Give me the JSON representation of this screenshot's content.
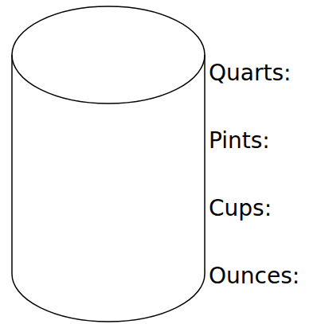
{
  "diagram": {
    "labels": [
      "Quarts:",
      "Pints:",
      "Cups:",
      "Ounces:"
    ]
  }
}
